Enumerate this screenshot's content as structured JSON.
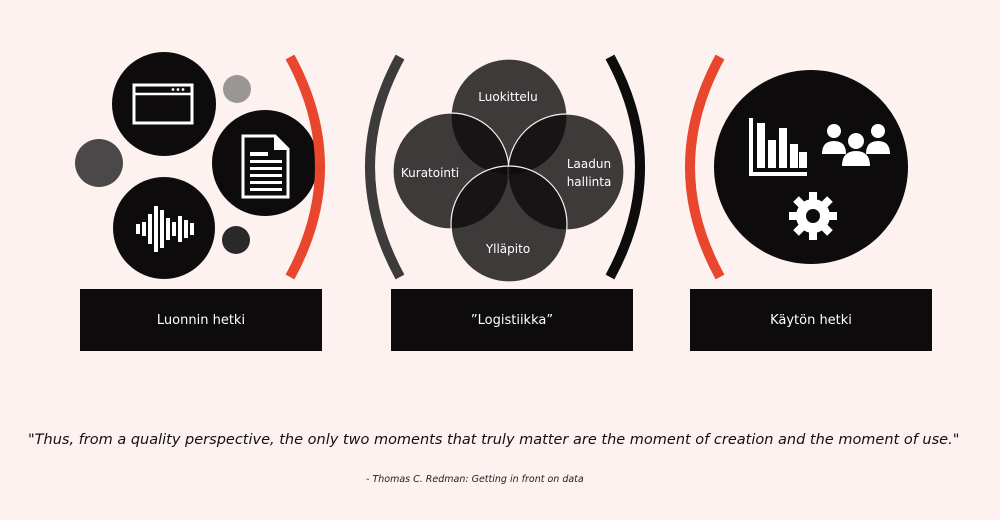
{
  "sections": {
    "creation": {
      "label": "Luonnin hetki"
    },
    "logistics": {
      "label": "”Logistiikka”",
      "circles": {
        "top": "Luokittelu",
        "left": "Kuratointi",
        "right_line1": "Laadun",
        "right_line2": "hallinta",
        "bottom": "Ylläpito"
      }
    },
    "use": {
      "label": "Käytön hetki"
    }
  },
  "quote": "\"Thus, from a quality perspective, the only two moments that truly matter are the moment of creation and the moment of use.\"",
  "attribution": "- Thomas C. Redman: Getting in front on data",
  "icons": {
    "creation": [
      "browser-window-icon",
      "document-icon",
      "audio-waveform-icon"
    ],
    "use": [
      "bar-chart-icon",
      "people-icon",
      "gear-icon"
    ]
  },
  "colors": {
    "background": "#fdf2ef",
    "accent_red": "#e8472e",
    "dark_gray": "#3d3b3b",
    "black": "#0d0b0b"
  }
}
